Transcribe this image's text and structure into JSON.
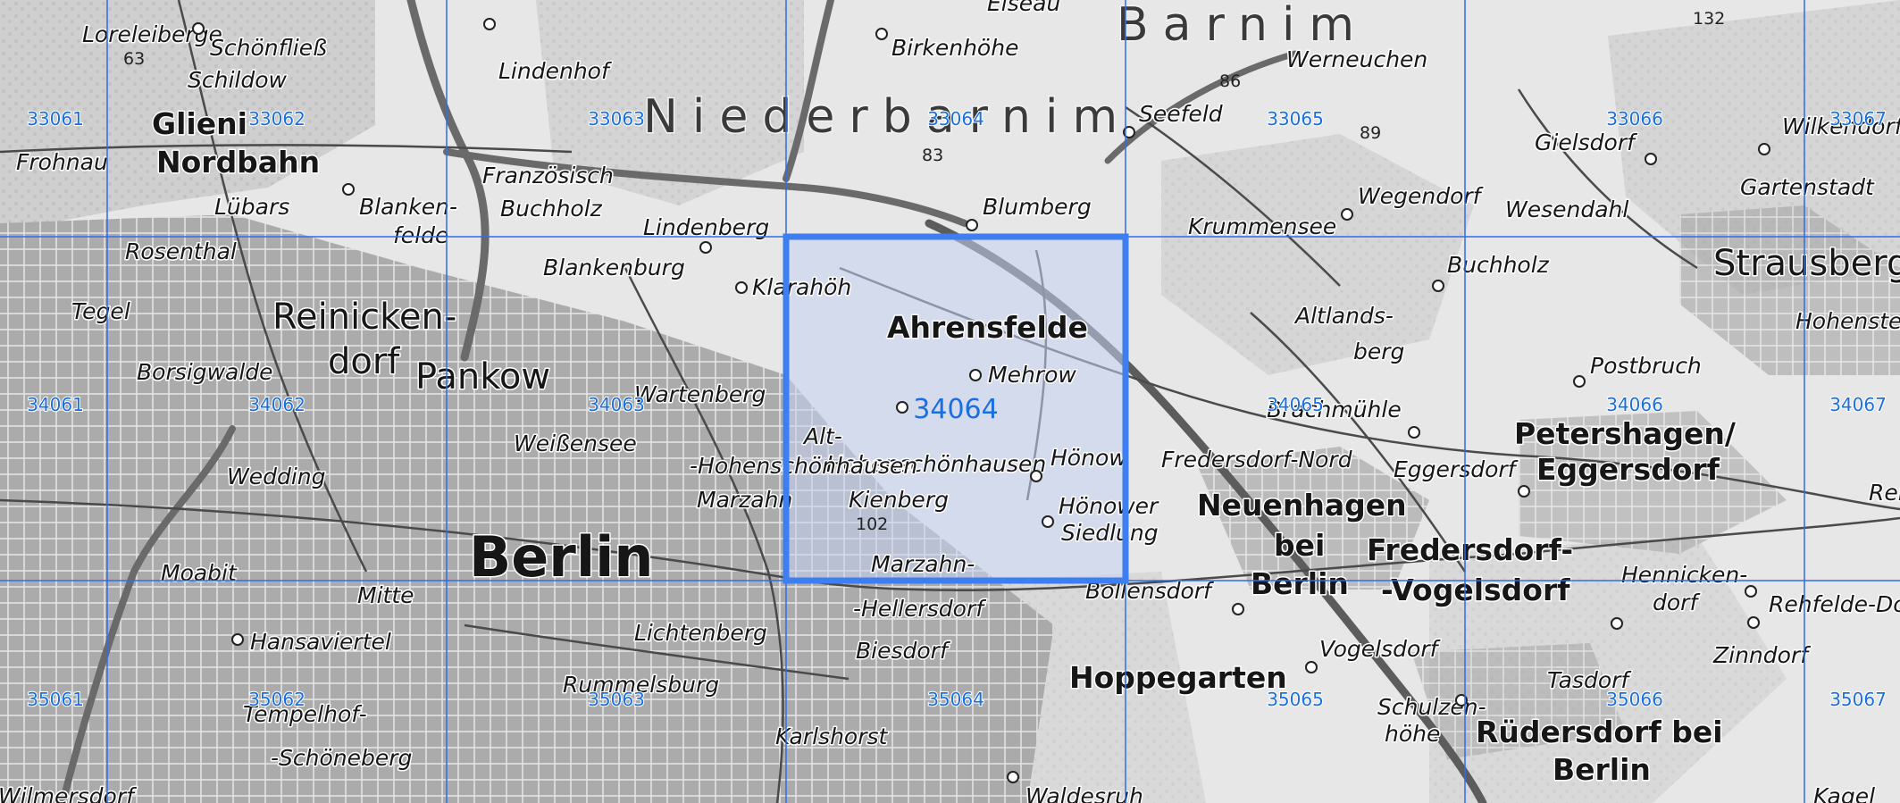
{
  "map": {
    "style": "grayscale topographic",
    "accent_color": "#3d7ef0",
    "grid_line_color": "#2f6de6",
    "selected_tile_fill": "#c4d2f3",
    "selected_tile": "34064"
  },
  "regions": [
    "Barnim",
    "Niederbarnim"
  ],
  "places_large": [
    "Berlin",
    "Pankow",
    "Reinicken-",
    "dorf",
    "Strausberg"
  ],
  "places_medium": [
    "Ahrensfelde",
    "Glieni",
    "Nordbahn",
    "Neuenhagen",
    "bei",
    "Berlin",
    "Fredersdorf-",
    "-Vogelsdorf",
    "Petershagen/",
    "Eggersdorf",
    "Hoppegarten",
    "Rüdersdorf bei",
    "Berlin"
  ],
  "places_small": [
    "Loreleiberge",
    "Schönfließ",
    "Schildow",
    "Lindenhof",
    "Birkenhöhe",
    "Eiseau",
    "Werneuchen",
    "Seefeld",
    "Frohnau",
    "Französisch",
    "Buchholz",
    "Lübars",
    "Blanken-",
    "felde",
    "Lindenberg",
    "Blumberg",
    "Wegendorf",
    "Gielsdorf",
    "Wilkendorf",
    "Gartenstadt",
    "Wesendahl",
    "Krummensee",
    "Rosenthal",
    "Blankenburg",
    "Klarahöh",
    "Buchholz",
    "Altlands-",
    "berg",
    "Tegel",
    "Borsigwalde",
    "Mehrow",
    "Wartenberg",
    "Weißensee",
    "Alt-",
    "Hohenschönhausen",
    "Hönow",
    "Fredersdorf-Nord",
    "Eggersdorf",
    "Postbruch",
    "Hohenstein",
    "Wedding",
    "-Hohenschönhausen",
    "Marzahn",
    "Kienberg",
    "Hönower",
    "Siedlung",
    "Marzahn-",
    "Moabit",
    "Mitte",
    "Hansaviertel",
    "Lichtenberg",
    "-Hellersdorf",
    "Biesdorf",
    "Bollensdorf",
    "Vogelsdorf",
    "Hennicken-",
    "dorf",
    "Rehfelde-Dorf",
    "Zinndorf",
    "Rummelsburg",
    "Tempelhof-",
    "-Schöneberg",
    "Karlshorst",
    "Schulzen-",
    "höhe",
    "Tasdorf",
    "Waldesruh",
    "Kagel",
    "Wilmersdorf",
    "Rehf",
    "Brachmühle"
  ],
  "spot_heights": [
    "63",
    "86",
    "89",
    "83",
    "132",
    "102"
  ],
  "grid_labels": [
    "33061",
    "33062",
    "33063",
    "33064",
    "33065",
    "33066",
    "33067",
    "34061",
    "34062",
    "34063",
    "34064",
    "34065",
    "34066",
    "34067",
    "35061",
    "35062",
    "35063",
    "35064",
    "35065",
    "35066",
    "35067"
  ]
}
